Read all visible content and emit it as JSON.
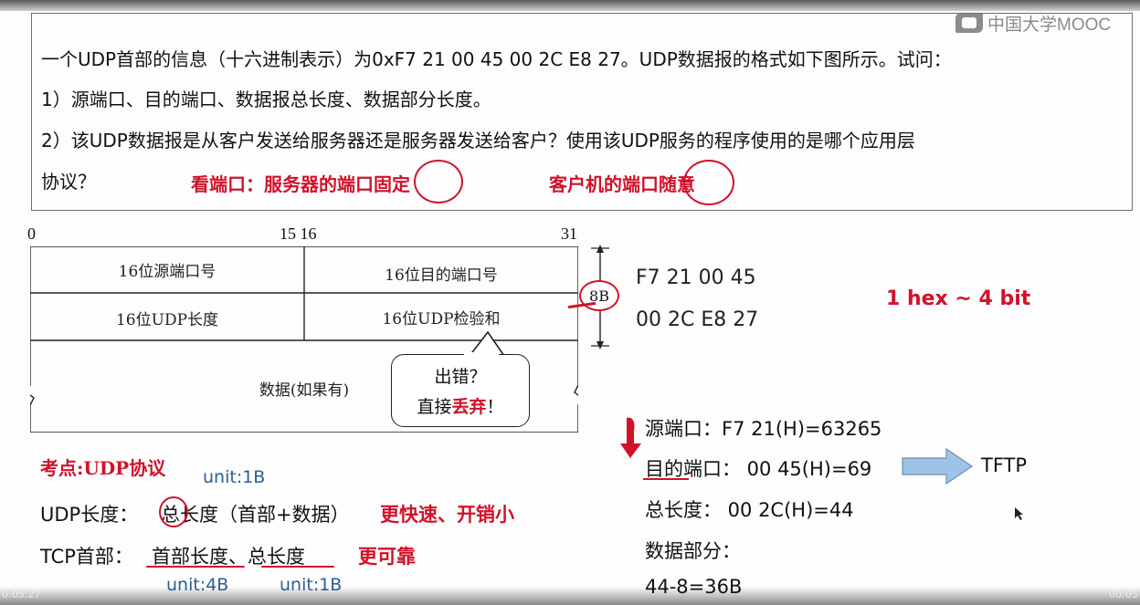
{
  "logo": {
    "text": "中国大学MOOC"
  },
  "question": {
    "line1": "一个UDP首部的信息（十六进制表示）为0xF7 21 00 45 00 2C E8 27。UDP数据报的格式如下图所示。试问：",
    "line2": "1）源端口、目的端口、数据报总长度、数据部分长度。",
    "line3": "2）该UDP数据报是从客户发送给服务器还是服务器发送给客户？使用该UDP服务的程序使用的是哪个应用层",
    "line4": "协议？",
    "hint1": "看端口：服务器的端口固定",
    "hint2": "客户机的端口随意"
  },
  "diagram": {
    "ticks": {
      "t0": "0",
      "t15": "15 16",
      "t31": "31"
    },
    "cells": {
      "src_port": "16位源端口号",
      "dst_port": "16位目的端口号",
      "udp_len": "16位UDP长度",
      "checksum": "16位UDP检验和",
      "data": "数据(如果有)"
    },
    "size_label": "8B",
    "hex_line1": "F7 21 00 45",
    "hex_line2": "00 2C E8 27",
    "bubble_line1": "出错？",
    "bubble_line2_prefix": "直接",
    "bubble_line2_red": "丢弃",
    "bubble_line2_suffix": "！"
  },
  "hex_note": "1 hex ~ 4 bit",
  "answers": {
    "src": "源端口：F7 21(H)=63265",
    "dst": "目的端口： 00 45(H)=69",
    "protocol": "TFTP",
    "total": "总长度： 00 2C(H)=44",
    "data_label": "数据部分：",
    "data_value": "44-8=36B"
  },
  "notes": {
    "exam_point": "考点:UDP协议",
    "unit1": "unit:1B",
    "udp_len_label": "UDP长度：",
    "udp_len_value": "总长度（首部+数据）",
    "udp_len_red": "更快速、开销小",
    "tcp_label": "TCP首部：",
    "tcp_value": "首部长度、总长度",
    "tcp_red": "更可靠",
    "unit4": "unit:4B",
    "unit1b": "unit:1B"
  },
  "player": {
    "time_left": "0:05:27",
    "time_right": "00:05"
  },
  "colors": {
    "accent_red": "#d2112a",
    "note_blue": "#2c5f95",
    "arrow_blue": "#9ec3e6"
  }
}
